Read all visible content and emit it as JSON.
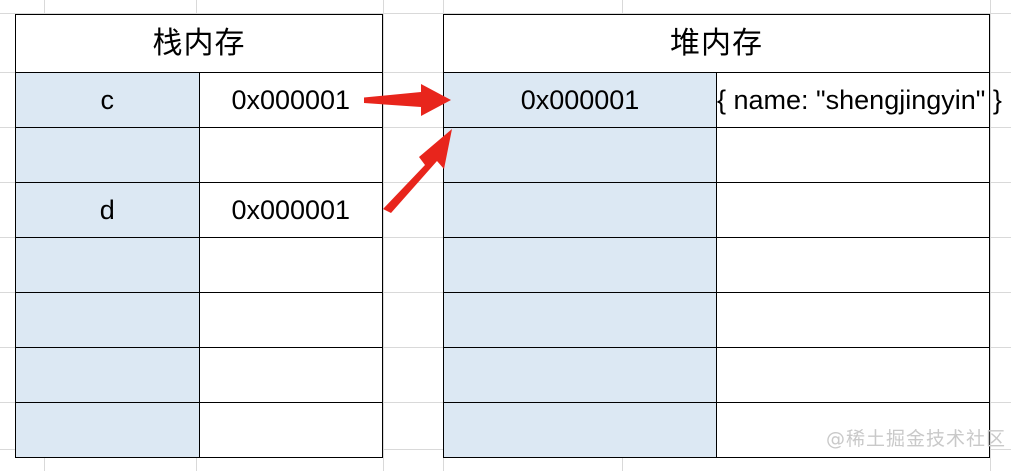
{
  "diagram": {
    "title_stack": "栈内存",
    "title_heap": "堆内存",
    "watermark": "@稀土掘金技术社区",
    "accent_color": "#e8251c",
    "cell_fill_color": "#dce8f3",
    "border_color": "#000000",
    "grid_color": "#d9d9d9"
  },
  "stack_table": {
    "header": "栈内存",
    "header_colspan": 2,
    "rows": [
      {
        "name": "c",
        "address": "0x000001"
      },
      {
        "name": "",
        "address": ""
      },
      {
        "name": "d",
        "address": "0x000001"
      },
      {
        "name": "",
        "address": ""
      },
      {
        "name": "",
        "address": ""
      },
      {
        "name": "",
        "address": ""
      },
      {
        "name": "",
        "address": ""
      }
    ]
  },
  "heap_table": {
    "header": "堆内存",
    "header_colspan": 2,
    "rows": [
      {
        "address": "0x000001",
        "value": "{ name: \"shengjingyin\" }"
      },
      {
        "address": "",
        "value": ""
      },
      {
        "address": "",
        "value": ""
      },
      {
        "address": "",
        "value": ""
      },
      {
        "address": "",
        "value": ""
      },
      {
        "address": "",
        "value": ""
      },
      {
        "address": "",
        "value": ""
      }
    ]
  },
  "arrows": [
    {
      "id": "arrow-c-to-heap",
      "from_label": "c",
      "to_label": "0x000001",
      "shape": "straight-horizontal",
      "color": "#e8251c"
    },
    {
      "id": "arrow-d-to-heap",
      "from_label": "d",
      "to_label": "0x000001",
      "shape": "diagonal-up-right",
      "color": "#e8251c"
    }
  ]
}
